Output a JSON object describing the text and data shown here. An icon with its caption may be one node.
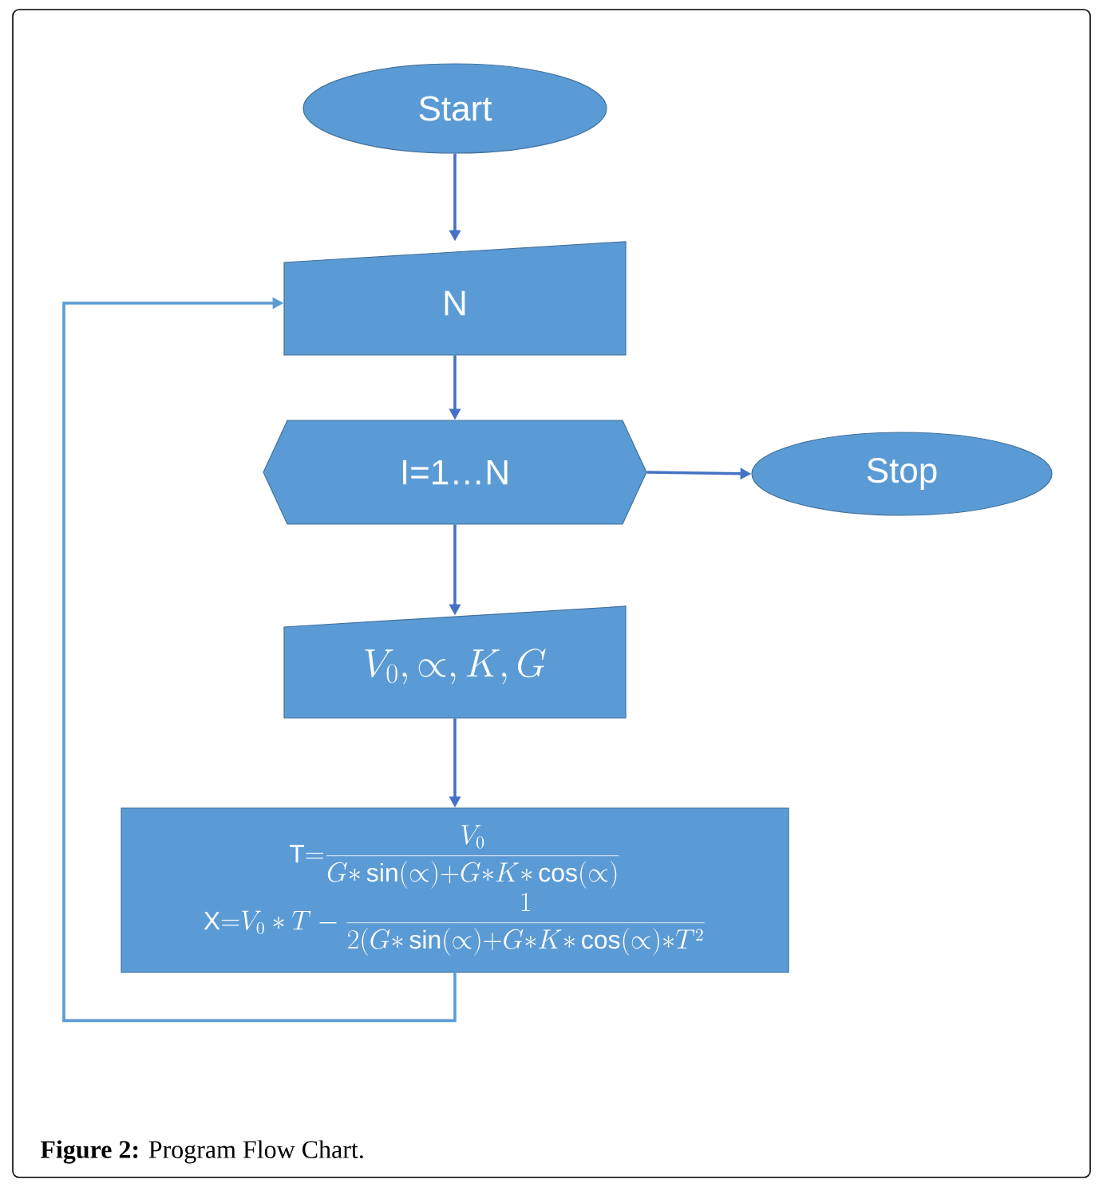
{
  "diagram": {
    "caption": "**Figure 2:** Program Flow Chart.",
    "nodes": [
      {
        "text": [
          "Start"
        ]
      },
      {
        "text": [
          "N"
        ]
      },
      {
        "text": [
          "I=1…N"
        ]
      },
      {
        "text": [
          "Stop"
        ]
      },
      {
        "text": [
          "V_0, \\propto, K, G"
        ]
      },
      {
        "text": [
          "\\mathrm{T}{=}\\frac{V_0}{G{\\ast}\\sin(\\propto){+}G{\\ast}K{\\ast}\\cos(\\propto)}",
          "\\mathrm{X}{=}V_0 \\ast T - \\frac{1}{2(G{\\ast}\\sin(\\propto){+}G{\\ast}K{\\ast}\\cos(\\propto){\\ast}T^2}"
        ]
      }
    ],
    "edges": [
      {
        "from": 0,
        "to": 1,
        "arrow": "to"
      },
      {
        "from": 1,
        "to": 2,
        "arrow": "to"
      },
      {
        "from": 2,
        "to": 3,
        "arrow": "to"
      },
      {
        "from": 2,
        "to": 4,
        "arrow": "to"
      },
      {
        "from": 4,
        "to": 5,
        "arrow": "to"
      },
      {
        "from": 5,
        "to": 1,
        "arrow": "to",
        "color": "#5b9bd5"
      }
    ]
  }
}
